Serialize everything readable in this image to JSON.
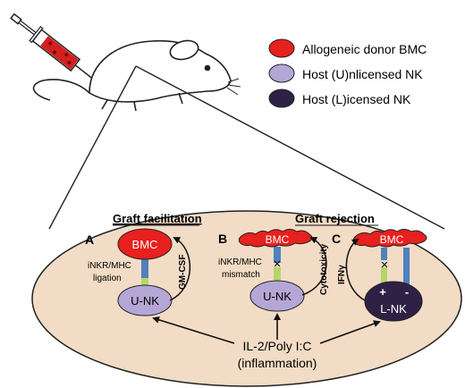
{
  "legend": {
    "bmc_label": "Allogeneic donor BMC",
    "unlicensed_label": "Host (U)nlicensed NK",
    "licensed_label": "Host (L)icensed NK"
  },
  "panel_a": {
    "letter": "A",
    "heading": "Graft facilitation",
    "bmc": "BMC",
    "nk": "U-NK",
    "ligation_1": "iNKR/MHC",
    "ligation_2": "ligation",
    "cytokine": "GM-CSF"
  },
  "panel_b": {
    "letter": "B",
    "heading": "Graft rejection",
    "bmc": "BMC",
    "nk": "U-NK",
    "mismatch_1": "iNKR/MHC",
    "mismatch_2": "mismatch",
    "effect": "Cytotoxicity"
  },
  "panel_c": {
    "letter": "C",
    "bmc": "BMC",
    "nk": "L-NK",
    "plus": "+",
    "minus": "-",
    "cytokine": "IFNγ"
  },
  "stimulus": {
    "line1": "IL-2/Poly I:C",
    "line2": "(inflammation)"
  },
  "colors": {
    "bmc_red": "#e8201e",
    "unlicensed_purple": "#b4a7d6",
    "licensed_dark": "#2e2145",
    "oval_fill": "#f2dcc5",
    "receptor_blue": "#4f81bd",
    "ligand_green": "#b5d56a"
  }
}
